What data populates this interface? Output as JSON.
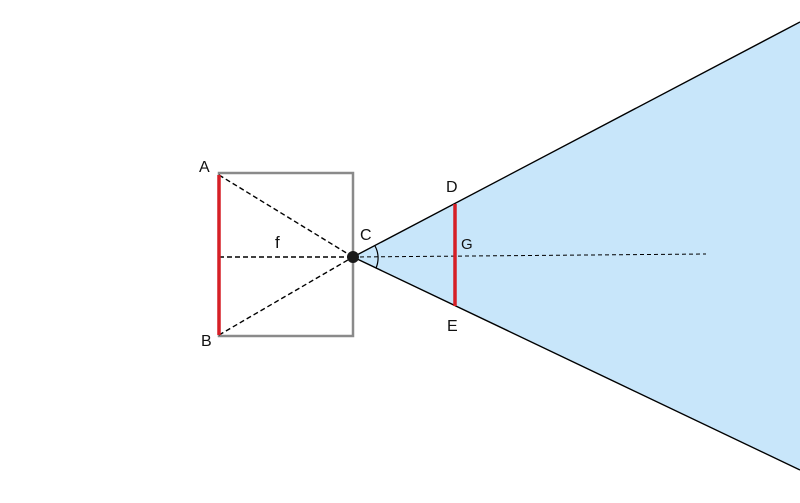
{
  "labels": {
    "a": "A",
    "b": "B",
    "c": "C",
    "d": "D",
    "e": "E",
    "f": "f",
    "g": "G"
  },
  "colors": {
    "cone_fill": "#c8e6fa",
    "box_stroke": "#8a8a8a",
    "segment_red": "#d61f26",
    "line": "#000000",
    "pinhole": "#1a1a1a"
  }
}
